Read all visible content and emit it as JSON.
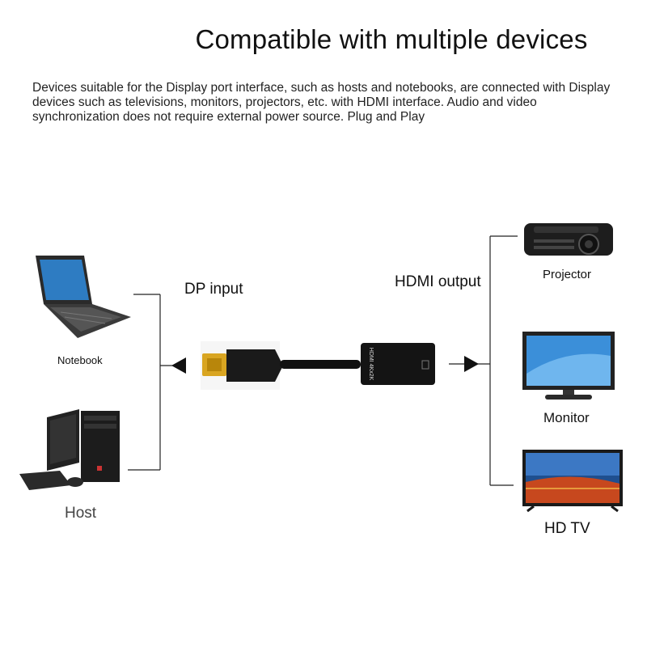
{
  "header": {
    "title": "Compatible with multiple devices",
    "description": "Devices suitable for the Display port interface, such as hosts and notebooks, are connected with Display devices such as televisions, monitors, projectors, etc. with HDMI interface. Audio and video synchronization does not require external power source. Plug and Play"
  },
  "diagram": {
    "input_label": "DP input",
    "output_label": "HDMI output",
    "adapter_text": "HDMI 4Kx2K",
    "sources": [
      {
        "label": "Notebook",
        "icon": "laptop-icon"
      },
      {
        "label": "Host",
        "icon": "desktop-computer-icon"
      }
    ],
    "displays": [
      {
        "label": "Projector",
        "icon": "projector-icon"
      },
      {
        "label": "Monitor",
        "icon": "monitor-icon"
      },
      {
        "label": "HD TV",
        "icon": "tv-icon"
      }
    ]
  }
}
